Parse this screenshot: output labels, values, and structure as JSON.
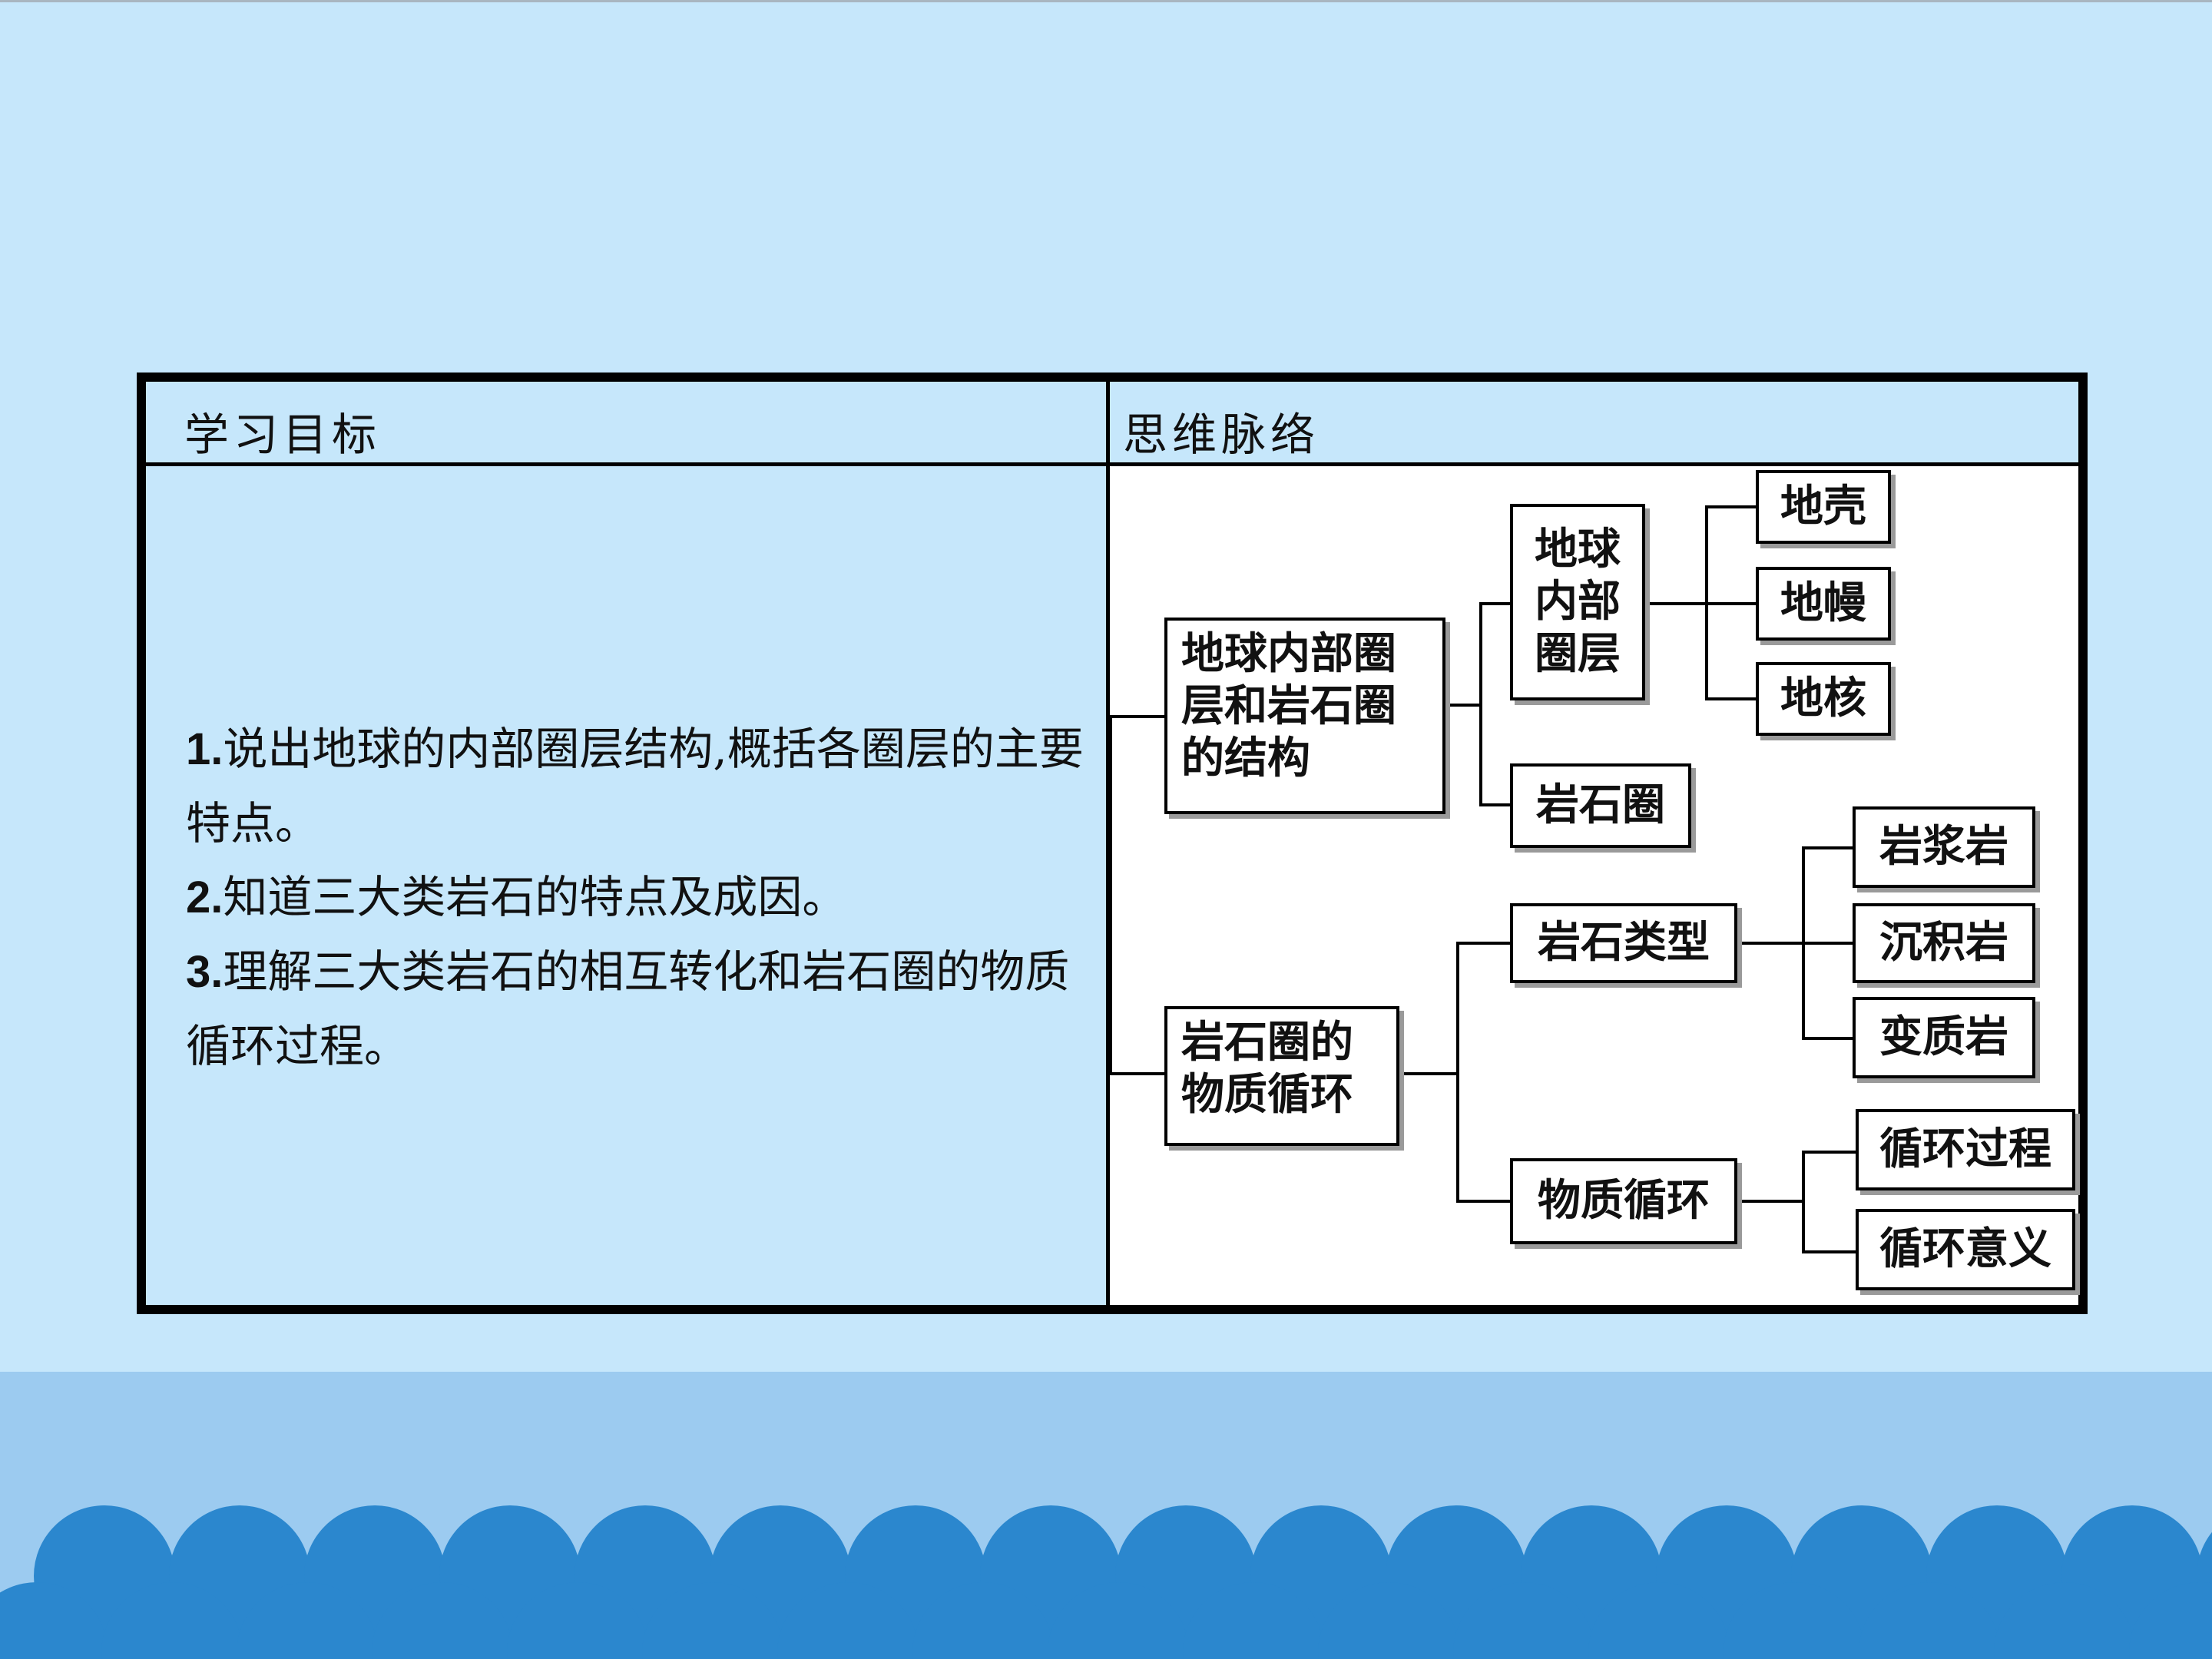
{
  "table": {
    "header_left": "学习目标",
    "header_right": "思维脉络",
    "objectives": [
      {
        "num": "1.",
        "text": "说出地球的内部圈层结构,概括各圈层的主要特点。"
      },
      {
        "num": "2.",
        "text": "知道三大类岩石的特点及成因。"
      },
      {
        "num": "3.",
        "text": "理解三大类岩石的相互转化和岩石圈的物质循环过程。"
      }
    ]
  },
  "mindmap": {
    "structure": "地球内部圈层和岩石圈的结构",
    "interior_layers": "地球内部圈层",
    "crust": "地壳",
    "mantle": "地幔",
    "core": "地核",
    "lithosphere": "岩石圈",
    "cycle": "岩石圈的物质循环",
    "rock_types": "岩石类型",
    "igneous": "岩浆岩",
    "sedimentary": "沉积岩",
    "metamorphic": "变质岩",
    "material_cycle": "物质循环",
    "cycle_process": "循环过程",
    "cycle_meaning": "循环意义"
  },
  "colors": {
    "background": "#c6e7fb",
    "footer_band": "#9ccbf0",
    "scallop": "#2b87ce"
  }
}
